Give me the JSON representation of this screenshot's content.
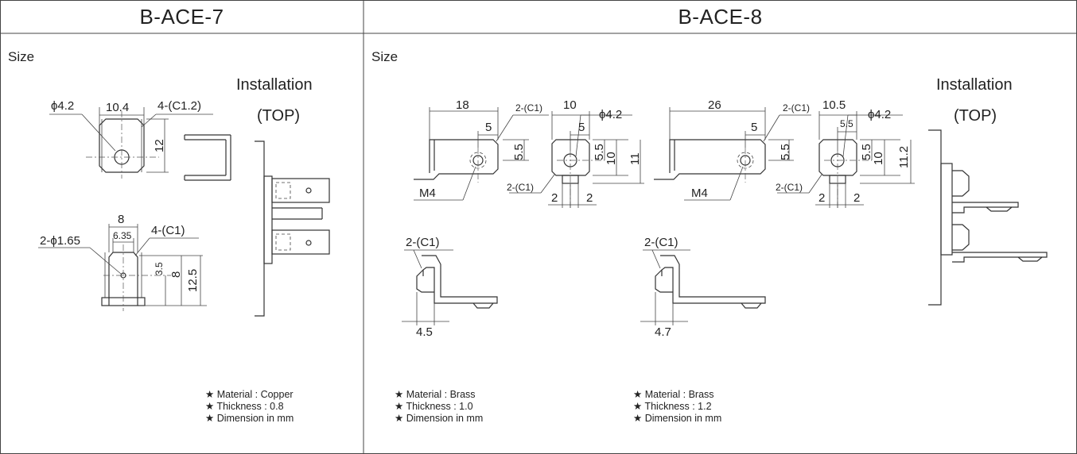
{
  "left_panel": {
    "title": "B-ACE-7",
    "size_label": "Size",
    "installation_label": "Installation",
    "top_label": "(TOP)",
    "dims": {
      "phi": "ϕ4.2",
      "w104": "10.4",
      "chamfer": "4-(C1.2)",
      "h12": "12",
      "w8": "8",
      "w635": "6.35",
      "chamfer2": "4-(C1)",
      "hole": "2-ϕ1.65",
      "h35": "3.5",
      "h8": "8",
      "h125": "12.5"
    },
    "notes": [
      "Material : Copper",
      "Thickness : 0.8",
      "Dimension in mm"
    ]
  },
  "right_panel": {
    "title": "B-ACE-8",
    "size_label": "Size",
    "installation_label": "Installation",
    "top_label": "(TOP)",
    "part_a": {
      "d18": "18",
      "c1a": "2-(C1)",
      "d10": "10",
      "d5a": "5",
      "d5b": "5",
      "phi": "ϕ4.2",
      "d55a": "5.5",
      "d55b": "5.5",
      "d10v": "10",
      "d11v": "11",
      "m4": "M4",
      "c1b": "2-(C1)",
      "d2a": "2",
      "d2b": "2",
      "c1c": "2-(C1)",
      "d45": "4.5",
      "notes": [
        "Material : Brass",
        "Thickness : 1.0",
        "Dimension in mm"
      ]
    },
    "part_b": {
      "d26": "26",
      "c1a": "2-(C1)",
      "d105": "10.5",
      "d5a": "5",
      "d55h": "5.5",
      "phi": "ϕ4.2",
      "d55a": "5.5",
      "d55b": "5.5",
      "d10v": "10",
      "d112v": "11.2",
      "m4": "M4",
      "c1b": "2-(C1)",
      "d2a": "2",
      "d2b": "2",
      "c1c": "2-(C1)",
      "d47": "4.7",
      "notes": [
        "Material : Brass",
        "Thickness : 1.2",
        "Dimension in mm"
      ]
    }
  },
  "note_marker": "★"
}
